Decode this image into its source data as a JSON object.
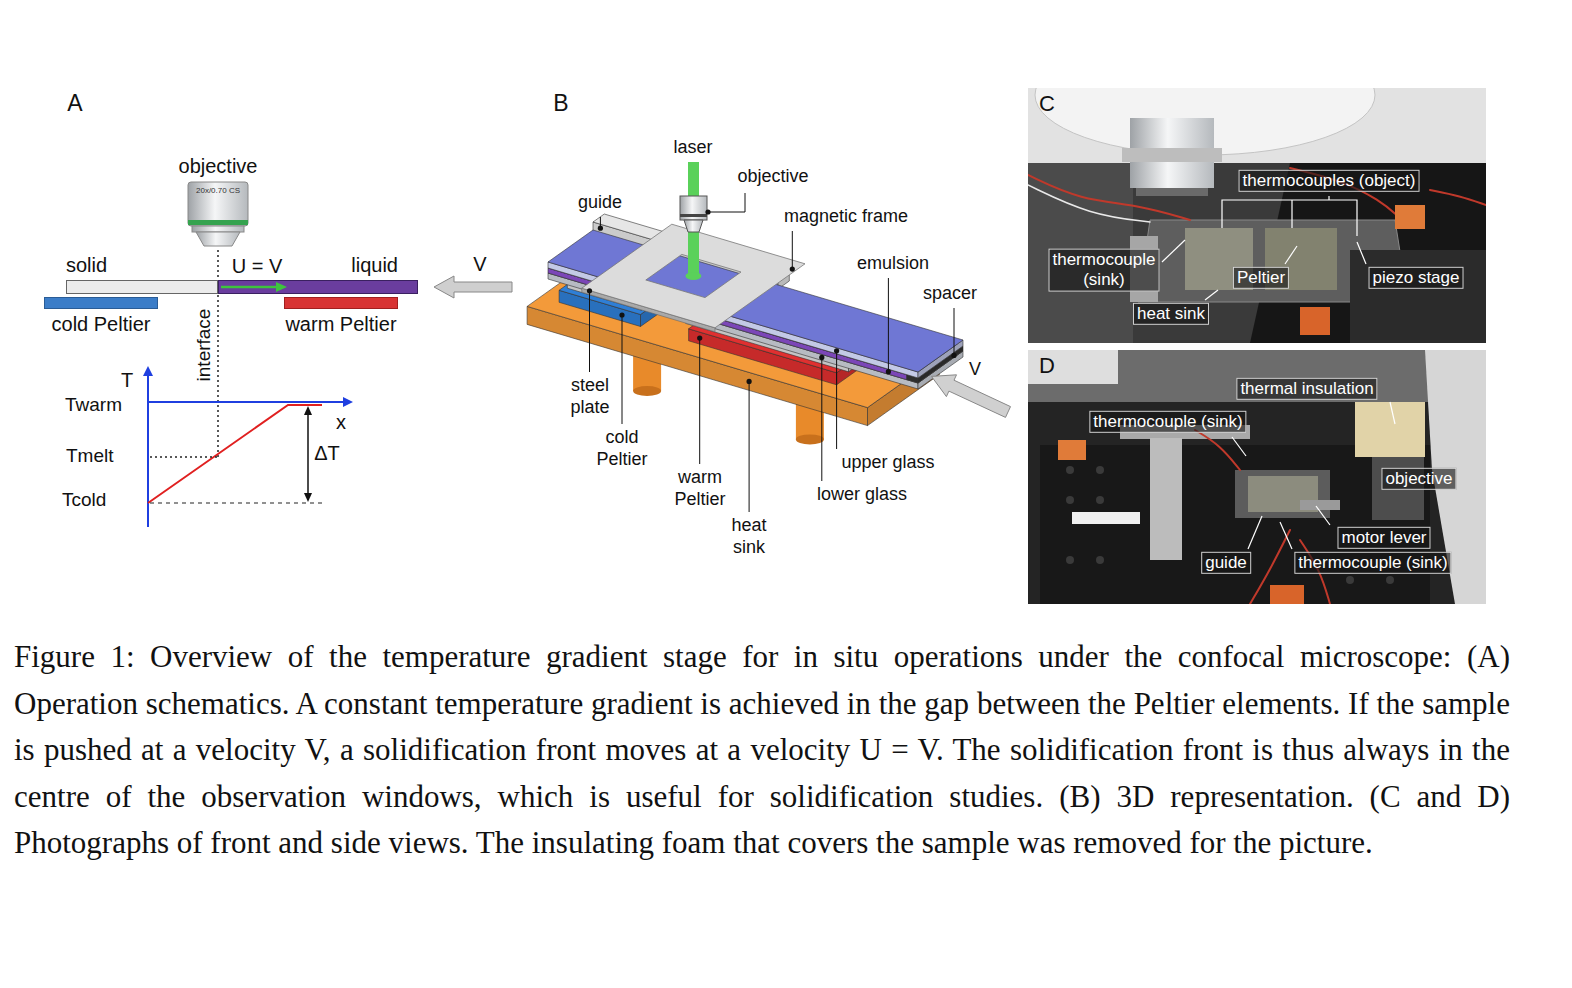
{
  "diagram": {
    "caption": "Figure 1: Overview of the temperature gradient stage for in situ operations under the confocal microscope: (A) Operation schematics. A constant temperature gradient is achieved in the gap between the Peltier elements. If the sample is pushed at a velocity V, a solidification front moves at a velocity U = V. The solidification front is thus always in the centre of the observation windows, which is useful for solidification studies. (B) 3D representation. (C and D) Photographs of front and side views. The insulating foam that covers the sample was removed for the picture.",
    "nodes": [
      {
        "text": [
          "objective",
          "20x/0.70 CS"
        ]
      },
      {
        "text": [
          "solid"
        ]
      },
      {
        "text": [
          "liquid"
        ]
      },
      {
        "text": [
          "cold Peltier"
        ]
      },
      {
        "text": [
          "warm Peltier"
        ]
      }
    ],
    "labels": [
      "A",
      "U = V",
      "V",
      "interface",
      "T",
      "Twarm",
      "Tmelt",
      "Tcold",
      "x",
      "ΔT",
      "B",
      "laser",
      "objective",
      "guide",
      "magnetic frame",
      "emulsion",
      "spacer",
      "steel plate",
      "V",
      "cold Peltier",
      "warm Peltier",
      "heat sink",
      "upper glass",
      "lower glass",
      "C",
      "thermocouples (object)",
      "thermocouple (sink)",
      "Peltier",
      "piezo stage",
      "heat sink",
      "D",
      "thermal insulation",
      "thermocouple (sink)",
      "objective",
      "guide",
      "motor lever",
      "thermocouple (sink)"
    ]
  }
}
